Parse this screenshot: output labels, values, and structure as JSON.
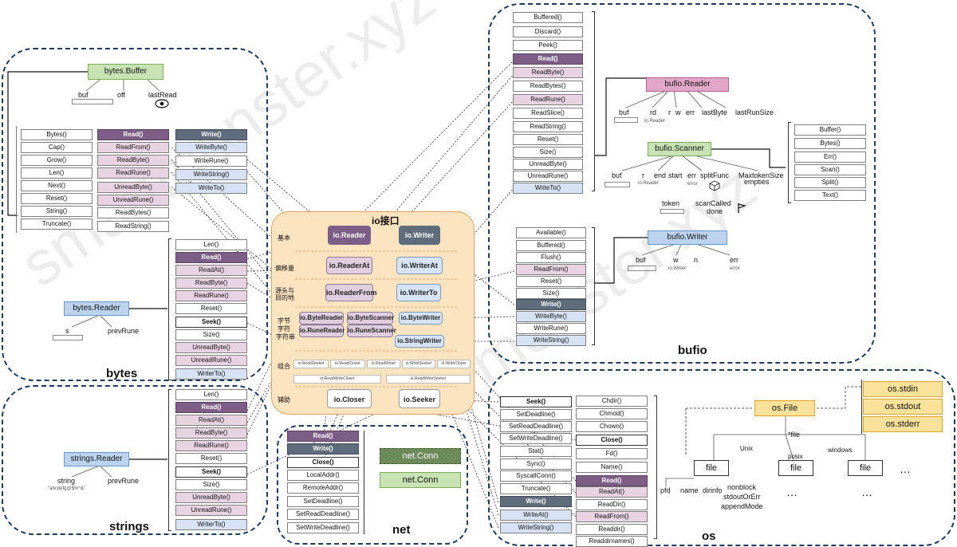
{
  "labels": {
    "bytes": "bytes",
    "strings": "strings",
    "net": "net",
    "bufio": "bufio",
    "os": "os",
    "io_title": "io接口"
  },
  "bytes_buffer": {
    "title": "bytes.Buffer",
    "f_buf": "buf",
    "f_off": "off",
    "f_lastread": "lastRead",
    "col1": [
      "Bytes()",
      "Cap()",
      "Grow()",
      "Len()",
      "Next()",
      "Reset()",
      "String()",
      "Truncate()"
    ],
    "col2": [
      "Read()",
      "ReadFrom()",
      "ReadByte()",
      "ReadRune()",
      "UnreadByte()",
      "UnreadRune()",
      "ReadBytes()",
      "ReadString()"
    ],
    "col3": [
      "Write()",
      "WriteByte()",
      "WriteRune()",
      "WriteString()",
      "WriteTo()"
    ]
  },
  "bytes_reader": {
    "title": "bytes.Reader",
    "f_s": "s",
    "f_prevrune": "prevRune",
    "methods": [
      "Len()",
      "Read()",
      "ReadAt()",
      "ReadByte()",
      "ReadRune()",
      "Reset()",
      "Seek()",
      "Size()",
      "UnreadByte()",
      "UnreadRune()",
      "WriterTo()"
    ]
  },
  "strings_reader": {
    "title": "strings.Reader",
    "f_string": "string",
    "f_example": "\"abcdefg@$%^&\"",
    "f_prevrune": "prevRune",
    "methods": [
      "Len()",
      "Read()",
      "ReadAt()",
      "ReadByte()",
      "ReadRune()",
      "Reset()",
      "Seek()",
      "Size()",
      "UnreadByte()",
      "UnreadRune()",
      "WriterTo()"
    ]
  },
  "net_conn": {
    "title": "net.Conn",
    "title2": "net.Conn",
    "methods": [
      "Read()",
      "Write()",
      "Close()",
      "LocalAddr()",
      "RemoteAddr()",
      "SetDeadline()",
      "SetReadDeadline()",
      "SetWriteDeadline()"
    ]
  },
  "io": {
    "rows": [
      "基本",
      "偏移量",
      "源头与目的地",
      "字节",
      "字符",
      "字符串",
      "组合",
      "辅助"
    ],
    "reader": "io.Reader",
    "writer": "io.Writer",
    "readerat": "io.ReaderAt",
    "writerat": "io.WriterAt",
    "readerfrom": "io.ReaderFrom",
    "writerto": "io.WriterTo",
    "bytereader": "io.ByteReader",
    "bytescanner": "io.ByteScanner",
    "bytewriter": "io.ByteWriter",
    "runereader": "io.RuneReader",
    "runescanner": "io.RuneScanner",
    "stringwriter": "io.StringWriter",
    "combos1": [
      "io.ReadSeeker",
      "io.ReadCloser",
      "io.ReadWriter",
      "io.WriteSeeker",
      "io.WriteCloser"
    ],
    "combos2": [
      "io.ReadWriteCloser",
      "io.ReadWriteSeeker"
    ],
    "closer": "io.Closer",
    "seeker": "io.Seeker"
  },
  "bufio_reader": {
    "title": "bufio.Reader",
    "f_buf": "buf",
    "f_rd": "rd",
    "f_r": "r",
    "f_w": "w",
    "f_err": "err",
    "f_lastbyte": "lastByte",
    "f_lastrunesize": "lastRunSize",
    "f_ioreader": "io.Reader",
    "methods": [
      "Buffered()",
      "Discard()",
      "Peek()",
      "Read()",
      "ReadByte()",
      "ReadBytes()",
      "ReadRune()",
      "ReadSlice()",
      "ReadString()",
      "Reset()",
      "Size()",
      "UnreadByte()",
      "UnreadRune()",
      "WriteTo()"
    ]
  },
  "bufio_scanner": {
    "title": "bufio.Scanner",
    "f_buf": "buf",
    "f_r": "r",
    "f_end": "end",
    "f_start": "start",
    "f_err": "err",
    "f_splitfunc": "splitFunc",
    "f_maxtoken": "MaxtokenSize",
    "f_empties": "empties",
    "f_token": "token",
    "f_scancalled": "scanCalled",
    "f_done": "done",
    "f_ioreader": "io.Reader",
    "f_error": "error",
    "methods": [
      "Buffer()",
      "Bytes()",
      "Err()",
      "Scan()",
      "Split()",
      "Text()"
    ]
  },
  "bufio_writer": {
    "title": "bufio.Writer",
    "f_buf": "buf",
    "f_w": "w",
    "f_n": "n",
    "f_err": "err",
    "f_iowriter": "io.Writer",
    "f_error": "error",
    "methods": [
      "Available()",
      "Buffered()",
      "Flush()",
      "ReadFrom()",
      "Reset()",
      "Size()",
      "Write()",
      "WriteByte()",
      "WriteRune()",
      "WriteString()"
    ]
  },
  "os": {
    "file": "os.File",
    "stdin": "os.stdin",
    "stdout": "os.stdout",
    "stderr": "os.stderr",
    "ptr": "*file",
    "unix": "Unix",
    "posix": "posix",
    "windows": "windows",
    "file_node": "file",
    "pfd": "pfd",
    "name": "name",
    "dirinfo": "dirinfo",
    "nonblock": "nonblock",
    "stdoutorerr": "stdoutOrErr",
    "appendmode": "appendMode",
    "ellipsis": "…",
    "col1": [
      "Seek()",
      "SetDeadline()",
      "SetReadDeadline()",
      "SetWriteDeadline()",
      "Stat()",
      "Sync()",
      "SyscallConn()",
      "Truncate()",
      "Write()",
      "WriteAt()",
      "WriteString()"
    ],
    "col2": [
      "Chdir()",
      "Chmod()",
      "Chown()",
      "Close()",
      "Fd()",
      "Name()",
      "Read()",
      "ReadAt()",
      "ReadDir()",
      "ReadFrom()",
      "Readdir()",
      "Readdirnames()"
    ]
  },
  "colors": {
    "region_border": "#1f3a5a",
    "io_bg": "#fde4c0",
    "read_purple": "#7d5e86",
    "write_slate": "#5f6c7b"
  }
}
